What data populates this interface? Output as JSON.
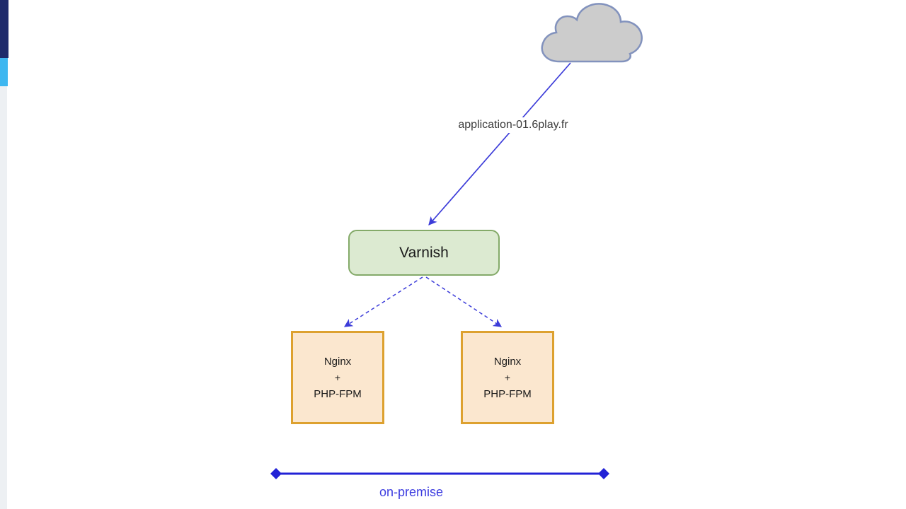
{
  "rail": {
    "dark_color": "#1e2b6b",
    "sky_color": "#3eb7f0",
    "gray_color": "#edf0f3"
  },
  "diagram": {
    "cloud": {
      "fill": "#cccccc",
      "stroke": "#8292bd"
    },
    "edge": {
      "label": "application-01.6play.fr",
      "color": "#3c3cd9"
    },
    "nodes": {
      "varnish": {
        "label": "Varnish",
        "fill": "#dcead1",
        "border": "#84aa69"
      },
      "nginx_left": {
        "lines": [
          "Nginx",
          "+",
          "PHP-FPM"
        ],
        "fill": "#fbe7cf",
        "border": "#dda12f"
      },
      "nginx_right": {
        "lines": [
          "Nginx",
          "+",
          "PHP-FPM"
        ],
        "fill": "#fbe7cf",
        "border": "#dda12f"
      }
    },
    "scope": {
      "label": "on-premise",
      "line_color": "#2222d6",
      "text_color": "#3d3de0"
    }
  }
}
